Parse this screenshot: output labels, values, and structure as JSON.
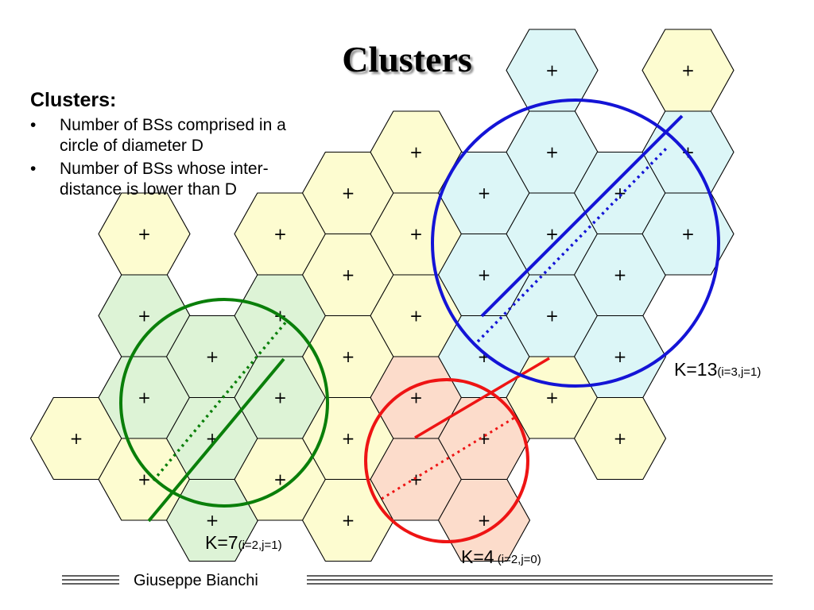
{
  "slide": {
    "title": "Clusters",
    "bullets_heading": "Clusters:",
    "bullets": [
      {
        "marker": "•",
        "text": "Number of BSs comprised in a circle of diameter D"
      },
      {
        "marker": "•",
        "text": "Number of BSs whose inter-distance is lower than D"
      }
    ],
    "footer_author": "Giuseppe Bianchi"
  },
  "cell_marker": "+",
  "colors": {
    "yellow_cell": "#fdfcd0",
    "green_cell": "#ddf3d6",
    "blue_cell": "#dcf6f7",
    "red_cell": "#fcdccb",
    "green": "#0a7f0a",
    "blue": "#1414d6",
    "red": "#ee1414"
  },
  "clusters": [
    {
      "key": "k7",
      "k_text": "K=7",
      "ij_text": "(i=2,j=1)",
      "color": "green"
    },
    {
      "key": "k4",
      "k_text": "K=4",
      "ij_text": " (i=2,j=0)",
      "color": "red"
    },
    {
      "key": "k13",
      "k_text": "K=13",
      "ij_text": "(i=3,j=1)",
      "color": "blue"
    }
  ],
  "hex_cells": [
    {
      "col": 0,
      "row": 4,
      "fill": "yellow"
    },
    {
      "col": 1,
      "row": 2,
      "fill": "yellow"
    },
    {
      "col": 1,
      "row": 3,
      "fill": "green"
    },
    {
      "col": 1,
      "row": 4,
      "fill": "green"
    },
    {
      "col": 1,
      "row": 5,
      "fill": "yellow"
    },
    {
      "col": 2,
      "row": 3,
      "fill": "green"
    },
    {
      "col": 2,
      "row": 4,
      "fill": "green"
    },
    {
      "col": 2,
      "row": 5,
      "fill": "green"
    },
    {
      "col": 3,
      "row": 2,
      "fill": "yellow"
    },
    {
      "col": 3,
      "row": 3,
      "fill": "green"
    },
    {
      "col": 3,
      "row": 4,
      "fill": "green"
    },
    {
      "col": 3,
      "row": 5,
      "fill": "yellow"
    },
    {
      "col": 4,
      "row": 1,
      "fill": "yellow"
    },
    {
      "col": 4,
      "row": 2,
      "fill": "yellow"
    },
    {
      "col": 4,
      "row": 3,
      "fill": "yellow"
    },
    {
      "col": 4,
      "row": 4,
      "fill": "yellow"
    },
    {
      "col": 4,
      "row": 5,
      "fill": "yellow"
    },
    {
      "col": 5,
      "row": 1,
      "fill": "yellow"
    },
    {
      "col": 5,
      "row": 2,
      "fill": "yellow"
    },
    {
      "col": 5,
      "row": 3,
      "fill": "yellow"
    },
    {
      "col": 5,
      "row": 4,
      "fill": "red"
    },
    {
      "col": 5,
      "row": 5,
      "fill": "red"
    },
    {
      "col": 6,
      "row": 1,
      "fill": "blue"
    },
    {
      "col": 6,
      "row": 2,
      "fill": "blue"
    },
    {
      "col": 6,
      "row": 3,
      "fill": "blue"
    },
    {
      "col": 6,
      "row": 4,
      "fill": "red"
    },
    {
      "col": 6,
      "row": 5,
      "fill": "red"
    },
    {
      "col": 7,
      "row": 0,
      "fill": "blue"
    },
    {
      "col": 7,
      "row": 1,
      "fill": "blue"
    },
    {
      "col": 7,
      "row": 2,
      "fill": "blue"
    },
    {
      "col": 7,
      "row": 3,
      "fill": "blue"
    },
    {
      "col": 7,
      "row": 4,
      "fill": "yellow"
    },
    {
      "col": 8,
      "row": 1,
      "fill": "blue"
    },
    {
      "col": 8,
      "row": 2,
      "fill": "blue"
    },
    {
      "col": 8,
      "row": 3,
      "fill": "blue"
    },
    {
      "col": 8,
      "row": 4,
      "fill": "yellow"
    },
    {
      "col": 9,
      "row": 0,
      "fill": "yellow"
    },
    {
      "col": 9,
      "row": 1,
      "fill": "blue"
    },
    {
      "col": 9,
      "row": 2,
      "fill": "blue"
    }
  ]
}
